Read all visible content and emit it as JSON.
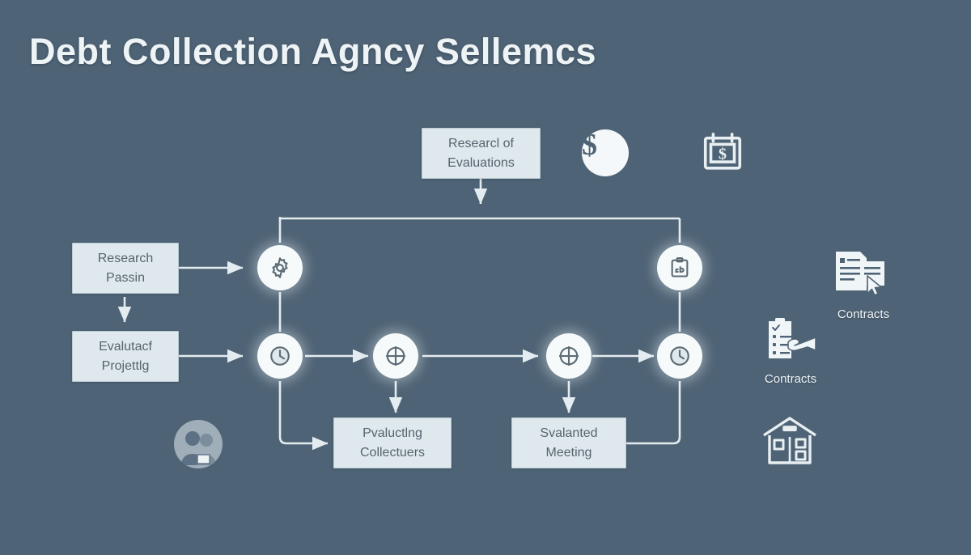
{
  "page": {
    "title": "Debt Collection Agncy Sellemcs",
    "background_color": "#4e6375",
    "box_fill_color": "#dfe9ed",
    "box_text_color": "#56636d",
    "line_color": "#e3ecf0",
    "node_fill_color": "#f6fafb"
  },
  "diagram": {
    "type": "flowchart",
    "boxes": [
      {
        "id": "research-of-evaluations",
        "line1": "Researcl of",
        "line2": "Evaluations"
      },
      {
        "id": "research-passin",
        "line1": "Research",
        "line2": "Passin"
      },
      {
        "id": "evalutacf-projettlg",
        "line1": "Evalutacf",
        "line2": "Projettlg"
      },
      {
        "id": "pvaluctlng-collectuers",
        "line1": "Pvaluctlng",
        "line2": "Collectuers"
      },
      {
        "id": "svalanted-meeting",
        "line1": "Svalanted",
        "line2": "Meeting"
      }
    ],
    "nodes": [
      {
        "id": "gear-node",
        "icon": "gear-icon"
      },
      {
        "id": "clipboard-node",
        "icon": "clipboard-icon"
      },
      {
        "id": "clock-node-left",
        "icon": "clock-icon"
      },
      {
        "id": "target-node-one",
        "icon": "crosshair-icon"
      },
      {
        "id": "target-node-two",
        "icon": "crosshair-icon"
      },
      {
        "id": "clock-node-right",
        "icon": "clock-icon"
      }
    ],
    "decorations": [
      {
        "id": "dollar-coin",
        "icon": "dollar-coin-icon",
        "label": ""
      },
      {
        "id": "calendar-dollar",
        "icon": "calendar-dollar-icon",
        "label": ""
      },
      {
        "id": "contracts-documents",
        "icon": "documents-cursor-icon",
        "label": "Contracts"
      },
      {
        "id": "contracts-clipboard",
        "icon": "clipboard-hand-icon",
        "label": "Contracts"
      },
      {
        "id": "collectors-people",
        "icon": "two-people-icon",
        "label": ""
      },
      {
        "id": "house-building",
        "icon": "house-icon",
        "label": ""
      }
    ]
  }
}
